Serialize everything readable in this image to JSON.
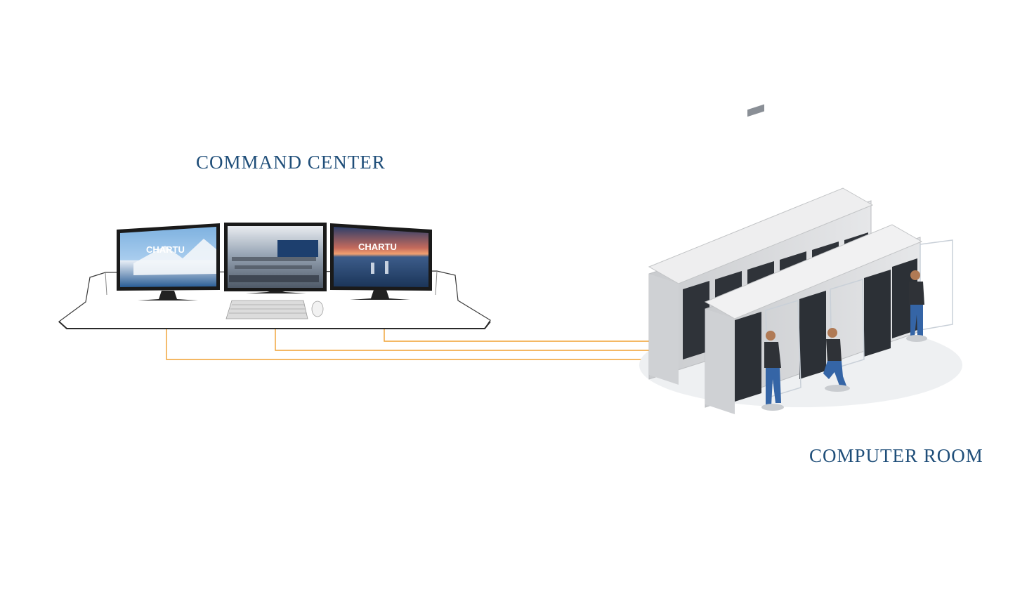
{
  "labels": {
    "command_center": "COMMAND CENTER",
    "computer_room": "COMPUTER ROOM"
  },
  "monitors": [
    {
      "brand": "CHARTU",
      "scene": "snowy-mountain"
    },
    {
      "brand": "",
      "scene": "control-room"
    },
    {
      "brand": "CHARTU",
      "scene": "sunset-sea"
    }
  ],
  "colors": {
    "label": "#1f4e79",
    "cable": "#f0a030",
    "rack": "#d9dadc"
  }
}
